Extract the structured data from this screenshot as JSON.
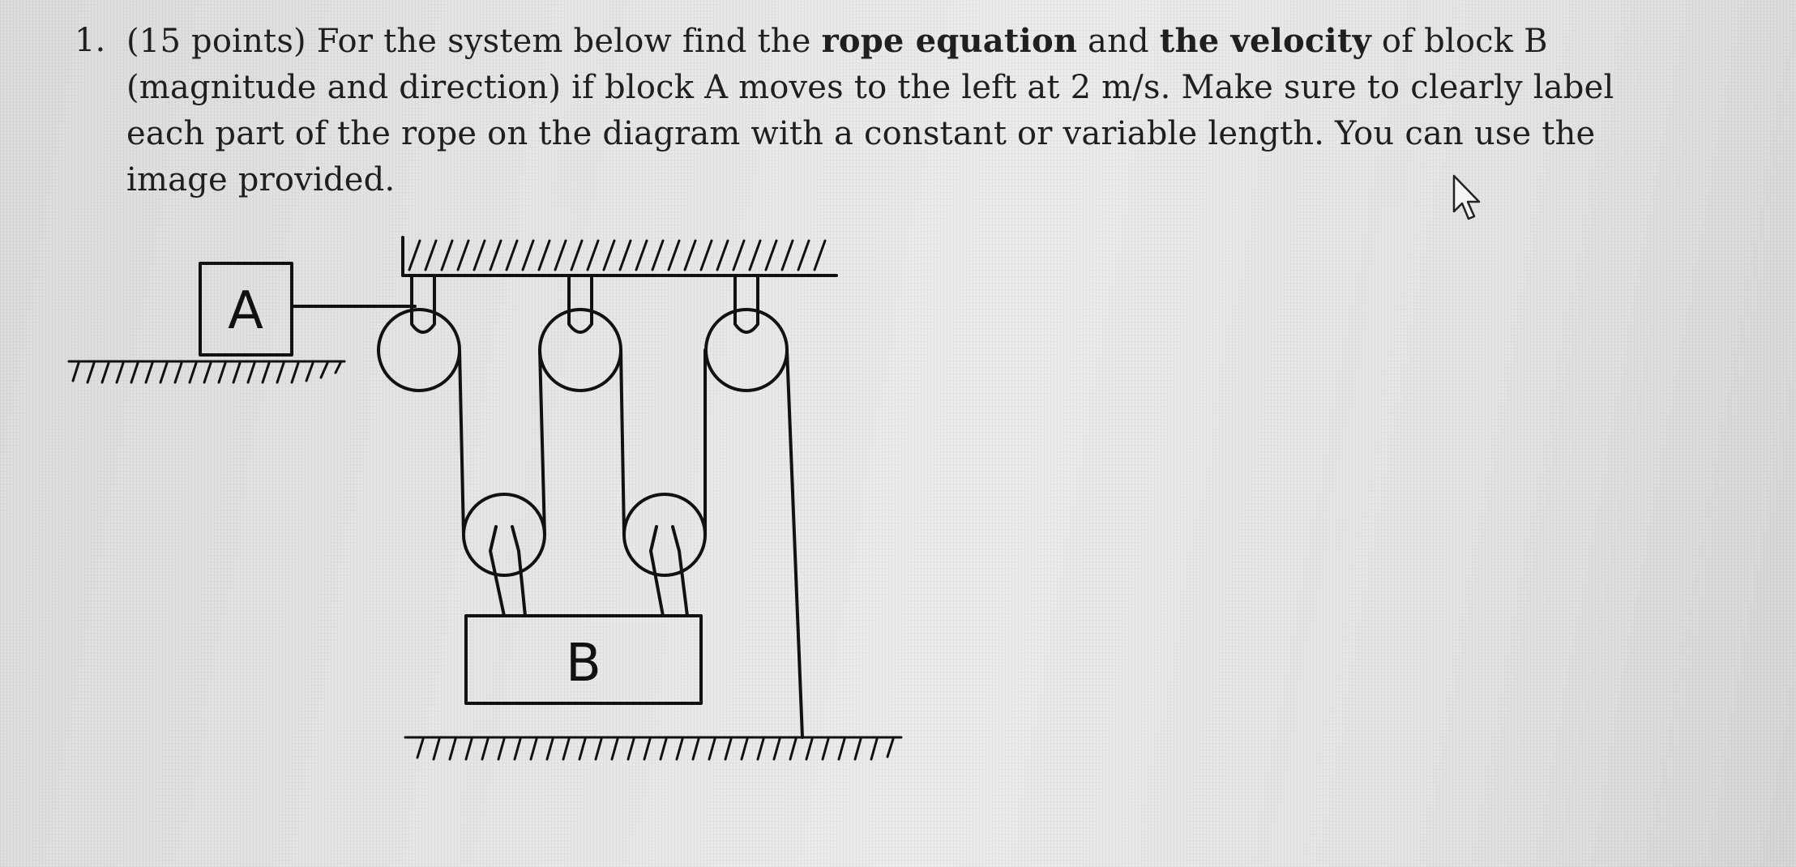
{
  "problem": {
    "number": "1.",
    "points": "(15 points)",
    "text_1": " For the system below find the ",
    "bold_1": "rope equation",
    "text_2": " and ",
    "bold_2": "the velocity",
    "text_3": " of block B (magnitude and direction) if block A moves to the left at 2 m/s. Make sure to clearly label each part of the rope on the diagram with a constant or variable length. You can use the image provided."
  },
  "diagram": {
    "block_a_label": "A",
    "block_b_label": "B"
  },
  "icons": {
    "cursor": "mouse-pointer-icon"
  }
}
